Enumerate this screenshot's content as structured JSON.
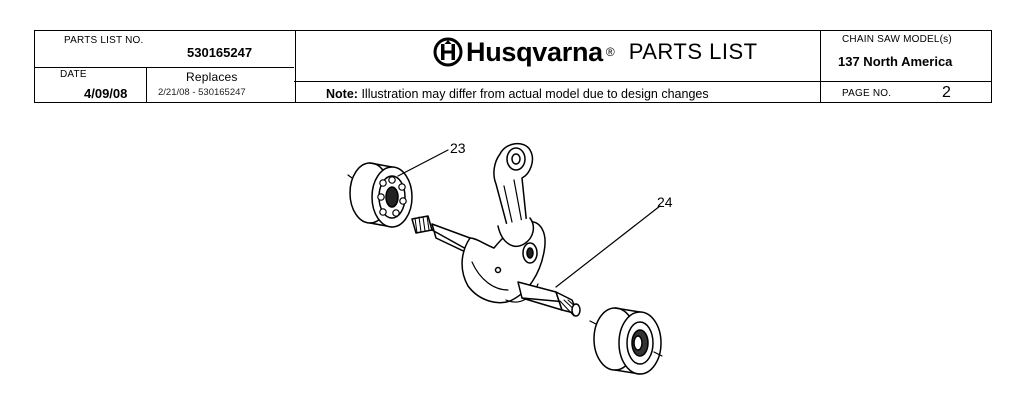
{
  "header": {
    "parts_list_no_label": "PARTS LIST NO.",
    "parts_list_no": "530165247",
    "date_label": "DATE",
    "date": "4/09/08",
    "replaces_label": "Replaces",
    "replaces": "2/21/08 - 530165247",
    "brand": "Husqvarna",
    "registered": "®",
    "title": "PARTS LIST",
    "note_label": "Note:",
    "note_text": "Illustration may differ from actual model due to design changes",
    "model_label": "CHAIN SAW MODEL(s)",
    "model": "137 North America",
    "page_label": "PAGE  NO.",
    "page_no": "2"
  },
  "illustration": {
    "callouts": [
      "23",
      "24"
    ]
  }
}
